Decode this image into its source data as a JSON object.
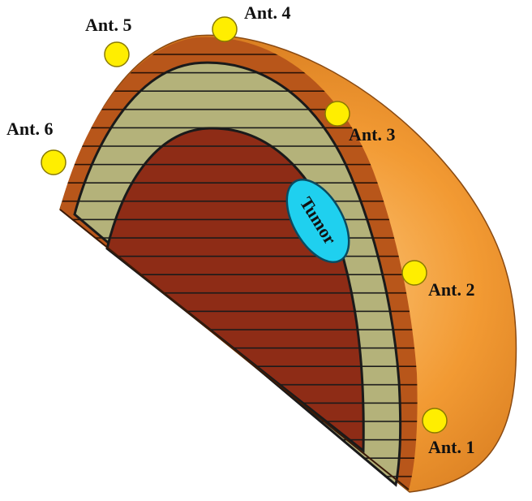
{
  "tumor": {
    "label": "Tumor"
  },
  "antennas": [
    {
      "id": "ant1",
      "label": "Ant. 1"
    },
    {
      "id": "ant2",
      "label": "Ant. 2"
    },
    {
      "id": "ant3",
      "label": "Ant. 3"
    },
    {
      "id": "ant4",
      "label": "Ant. 4"
    },
    {
      "id": "ant5",
      "label": "Ant. 5"
    },
    {
      "id": "ant6",
      "label": "Ant. 6"
    }
  ],
  "colors": {
    "skin_outer": "#ef8a1e",
    "skin_highlight": "#f7b560",
    "skin_band": "#b8561a",
    "fat_layer": "#b4b27a",
    "muscle_layer": "#8e2c16",
    "tumor": "#1fd0ef",
    "antenna": "#ffee00",
    "stripe": "#1a1a1a"
  }
}
